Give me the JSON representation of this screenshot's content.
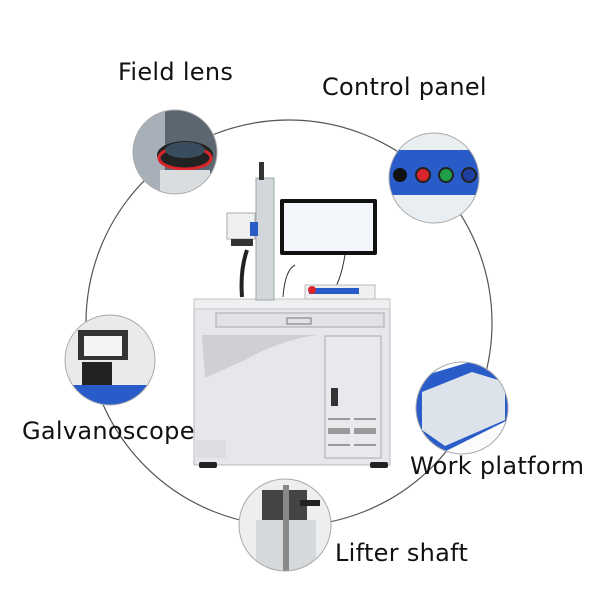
{
  "labels": {
    "field_lens": "Field lens",
    "control_panel": "Control panel",
    "galvanoscope": "Galvanoscope",
    "work_platform": "Work platform",
    "lifter_shaft": "Lifter shaft"
  },
  "colors": {
    "machine_body": "#e6e7ea",
    "accent_blue": "#2a5cc9",
    "ring_line": "#555555",
    "button_red": "#d8262b",
    "button_green": "#1f9e4a"
  }
}
